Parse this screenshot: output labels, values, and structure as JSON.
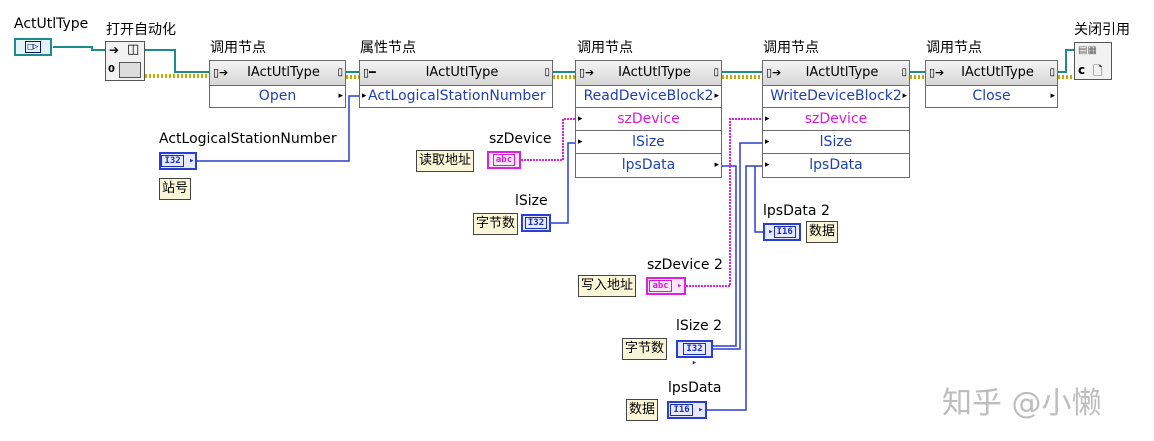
{
  "ref_control": {
    "label": "ActUtlType"
  },
  "open_automation": {
    "label": "打开自动化"
  },
  "close_ref": {
    "label": "关闭引用"
  },
  "nodes": [
    {
      "title": "调用节点",
      "class": "IActUtlType",
      "rows": [
        "Open"
      ]
    },
    {
      "title": "属性节点",
      "class": "IActUtlType",
      "rows": [
        "ActLogicalStationNumber"
      ]
    },
    {
      "title": "调用节点",
      "class": "IActUtlType",
      "rows": [
        "ReadDeviceBlock2",
        "szDevice",
        "lSize",
        "lpsData"
      ]
    },
    {
      "title": "调用节点",
      "class": "IActUtlType",
      "rows": [
        "WriteDeviceBlock2",
        "szDevice",
        "lSize",
        "lpsData"
      ]
    },
    {
      "title": "调用节点",
      "class": "IActUtlType",
      "rows": [
        "Close"
      ]
    }
  ],
  "controls": [
    {
      "label": "ActLogicalStationNumber",
      "type": "I32",
      "const": "站号"
    },
    {
      "label": "szDevice",
      "type": "abc",
      "const": "读取地址"
    },
    {
      "label": "lSize",
      "type": "I32",
      "const": "字节数"
    },
    {
      "label": "szDevice 2",
      "type": "abc",
      "const": "写入地址"
    },
    {
      "label": "lSize 2",
      "type": "I32",
      "const": "字节数"
    },
    {
      "label": "lpsData",
      "type": "I16",
      "const": "数据"
    }
  ],
  "indicator": {
    "label": "lpsData 2",
    "type": "I16",
    "const": "数据"
  },
  "close_terminal": "c",
  "watermark": "知乎 @小懒",
  "colors": {
    "ref_wire": "#1e8c8c",
    "int_wire": "#2a3fd1",
    "string_wire": "#e020e0",
    "error_wire": "#c8a800"
  }
}
